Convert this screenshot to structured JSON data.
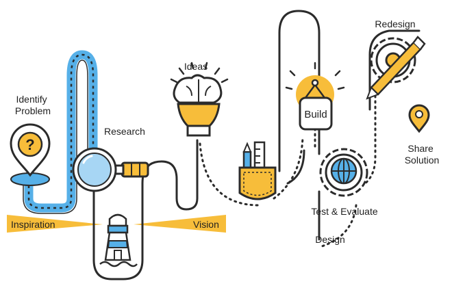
{
  "colors": {
    "line": "#2b2b2b",
    "blue": "#56b0e8",
    "blue_light": "#a7d6f4",
    "yellow": "#f7bd3a",
    "white": "#ffffff"
  },
  "steps": {
    "identify_problem": [
      "Identify",
      "Problem"
    ],
    "research": "Research",
    "ideas": "Ideas",
    "build": "Build",
    "redesign": "Redesign",
    "share_solution": [
      "Share",
      "Solution"
    ],
    "test_evaluate": "Test & Evaluate",
    "design": "Design",
    "inspiration": "Inspiration",
    "vision": "Vision"
  },
  "icons": {
    "identify_problem": "question-pin-icon",
    "research": "magnifier-icon",
    "ideas": "brain-bulb-icon",
    "build": "crane-hook-icon",
    "redesign": "gear-pencil-icon",
    "share_solution": "location-pin-icon",
    "test_evaluate": "gear-globe-icon",
    "design": "pencil-pocket-icon",
    "lighthouse": "lighthouse-icon",
    "question_mark": "?"
  }
}
